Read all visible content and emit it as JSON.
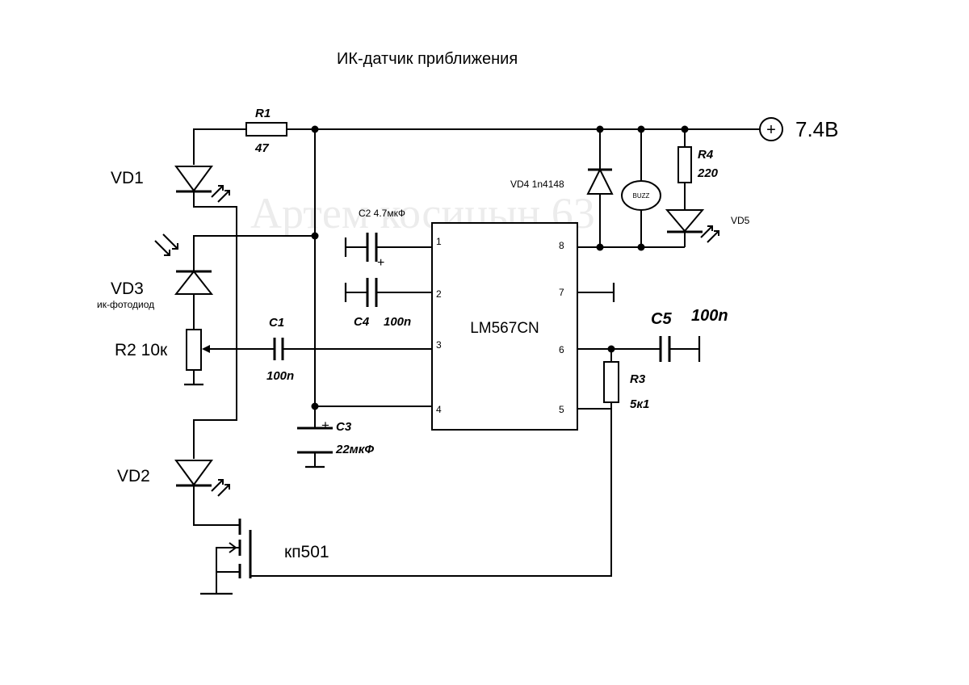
{
  "title": "ИК-датчик приближения",
  "watermark": "Артем косицын 63",
  "supply": {
    "label": "7.4В",
    "symbol": "+"
  },
  "ic": {
    "name": "LM567CN",
    "pins_left": [
      "1",
      "2",
      "3",
      "4"
    ],
    "pins_right": [
      "8",
      "7",
      "6",
      "5"
    ]
  },
  "components": {
    "R1": {
      "ref": "R1",
      "value": "47"
    },
    "R2": {
      "ref": "R2 10к"
    },
    "R3": {
      "ref": "R3",
      "value": "5к1"
    },
    "R4": {
      "ref": "R4",
      "value": "220"
    },
    "C1": {
      "ref": "C1",
      "value": "100n"
    },
    "C2": {
      "label": "C2 4.7мкФ",
      "polarity": "+"
    },
    "C3": {
      "ref": "C3",
      "value": "22мкФ",
      "polarity": "+"
    },
    "C4": {
      "ref": "C4",
      "value": "100n"
    },
    "C5": {
      "ref": "C5",
      "value": "100n"
    },
    "VD1": {
      "ref": "VD1"
    },
    "VD2": {
      "ref": "VD2"
    },
    "VD3": {
      "ref": "VD3",
      "note": "ик-фотодиод"
    },
    "VD4": {
      "label": "VD4 1n4148"
    },
    "VD5": {
      "ref": "VD5"
    },
    "BUZZ": {
      "label": "BUZZ"
    },
    "Q1": {
      "label": "кп501"
    }
  }
}
